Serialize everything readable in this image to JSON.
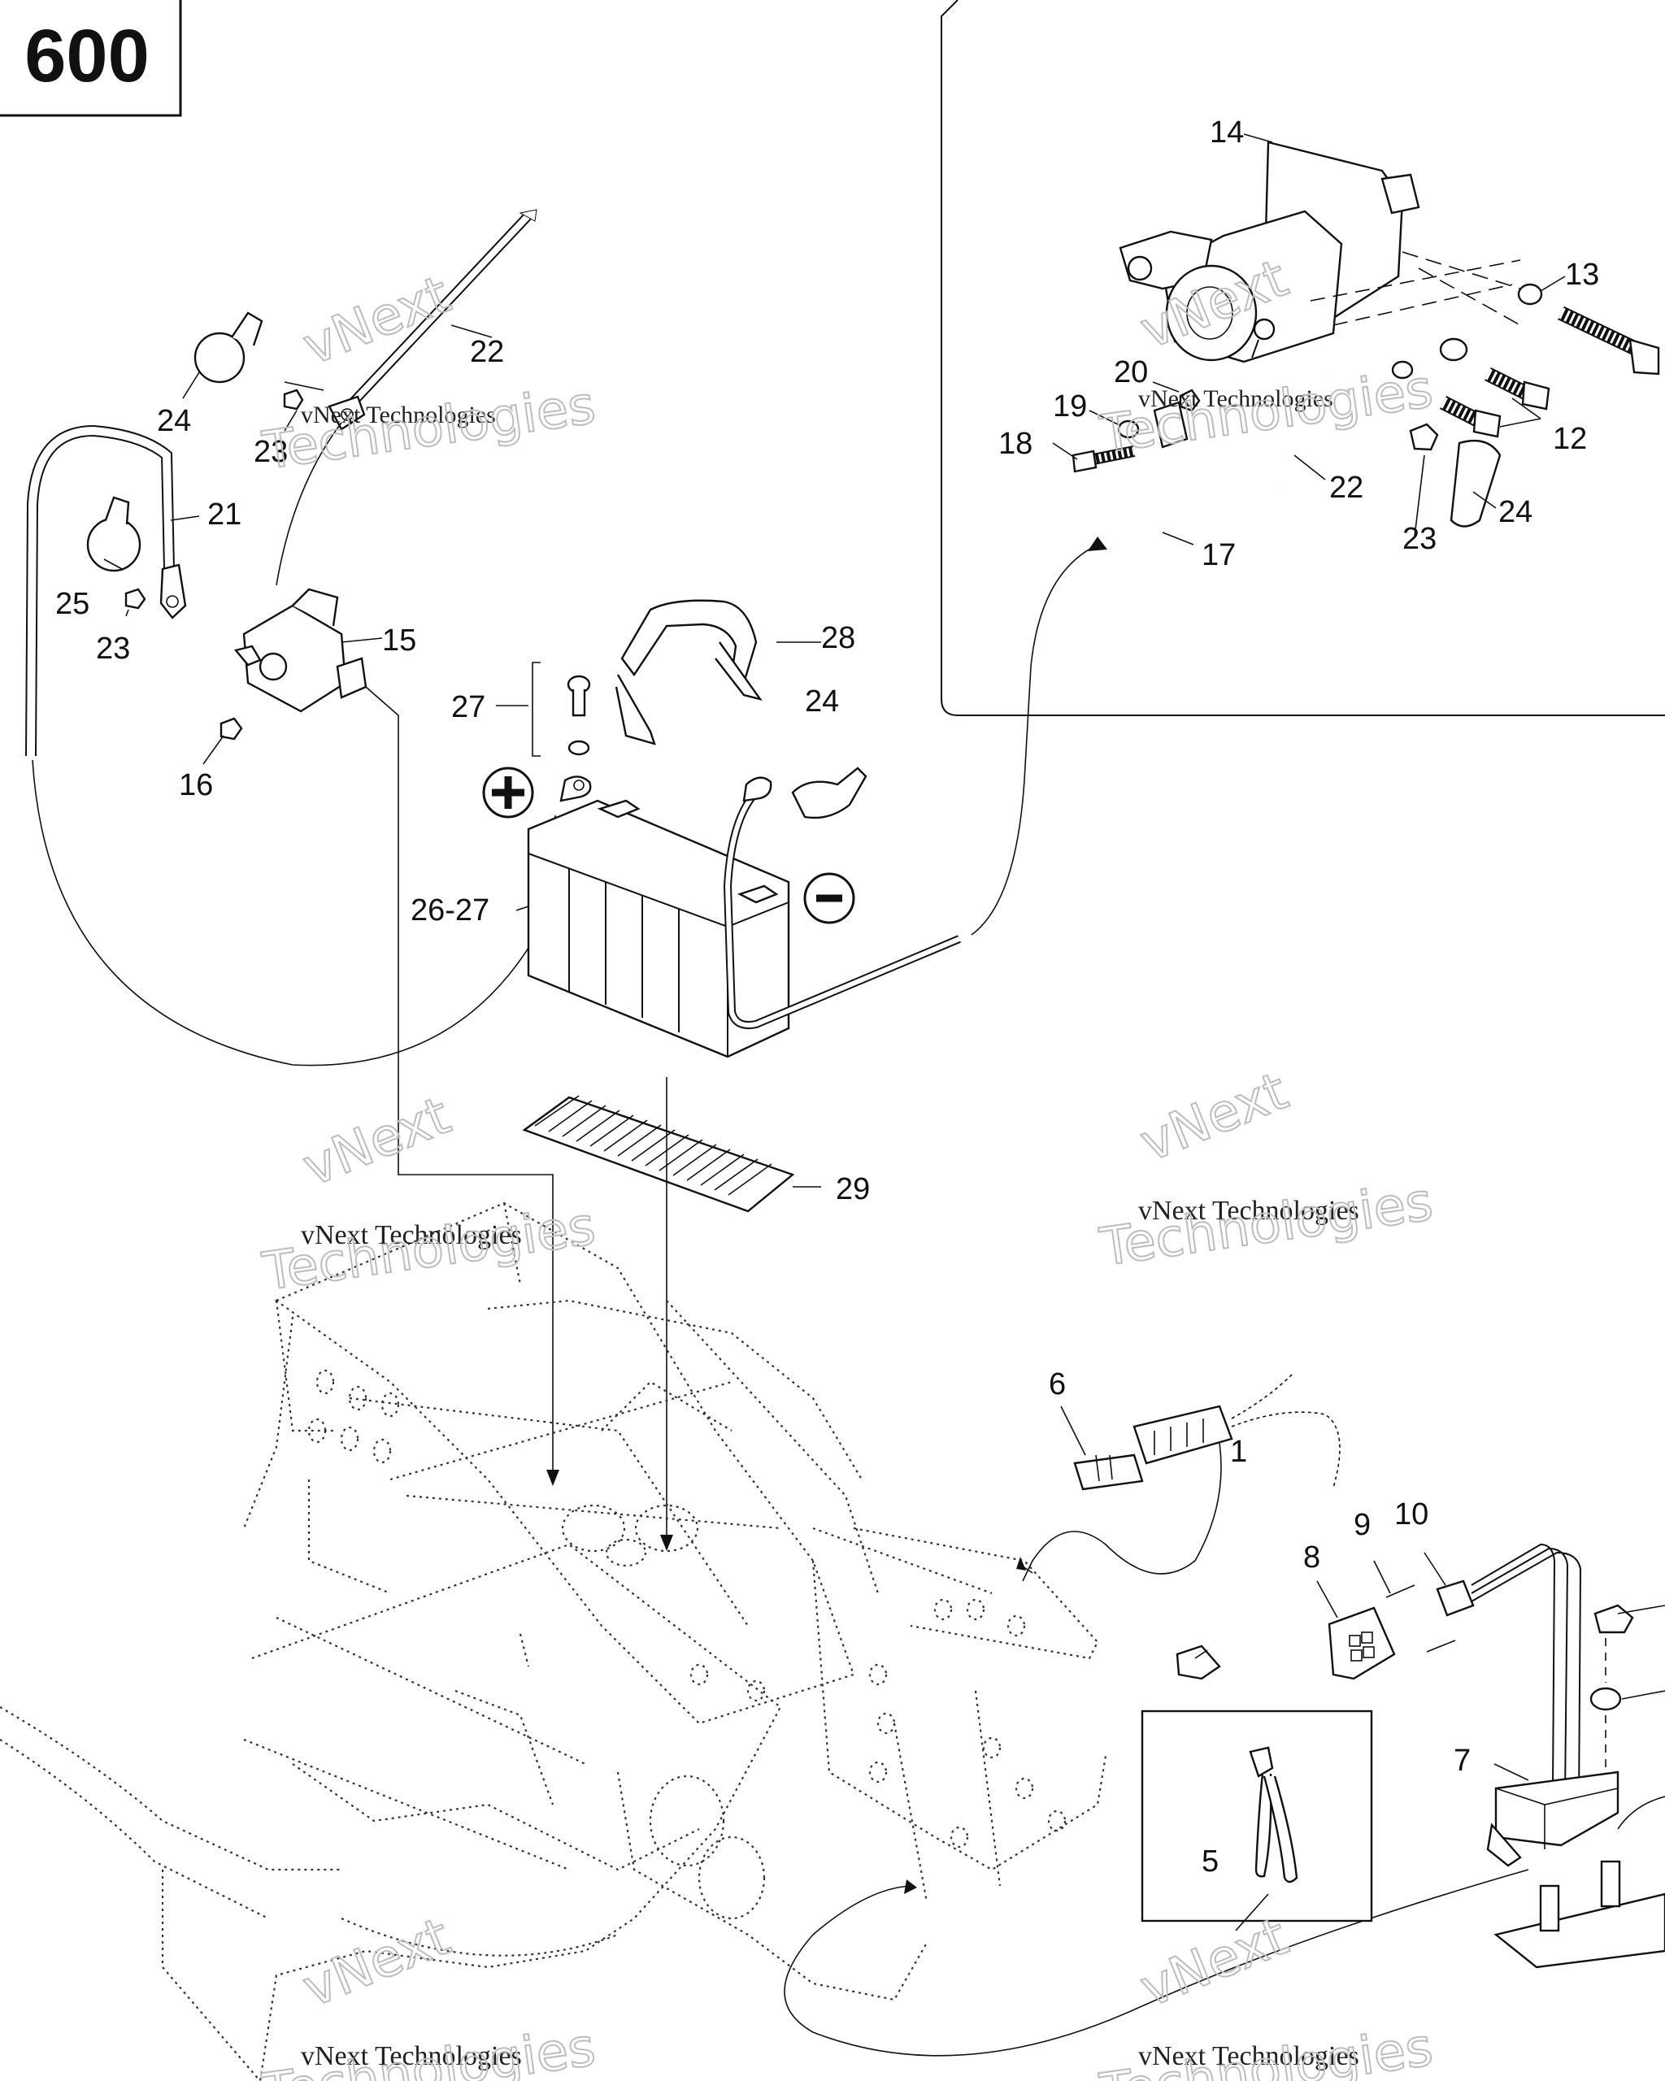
{
  "page_number": "600",
  "callouts": [
    {
      "id": "c1",
      "text": "1"
    },
    {
      "id": "c5",
      "text": "5"
    },
    {
      "id": "c6",
      "text": "6"
    },
    {
      "id": "c7",
      "text": "7"
    },
    {
      "id": "c8",
      "text": "8"
    },
    {
      "id": "c9",
      "text": "9"
    },
    {
      "id": "c10",
      "text": "10"
    },
    {
      "id": "c12",
      "text": "12"
    },
    {
      "id": "c13",
      "text": "13"
    },
    {
      "id": "c14",
      "text": "14"
    },
    {
      "id": "c15",
      "text": "15"
    },
    {
      "id": "c16",
      "text": "16"
    },
    {
      "id": "c17",
      "text": "17"
    },
    {
      "id": "c18",
      "text": "18"
    },
    {
      "id": "c19",
      "text": "19"
    },
    {
      "id": "c20",
      "text": "20"
    },
    {
      "id": "c21",
      "text": "21"
    },
    {
      "id": "c22a",
      "text": "22"
    },
    {
      "id": "c22b",
      "text": "22"
    },
    {
      "id": "c23a",
      "text": "23"
    },
    {
      "id": "c23b",
      "text": "23"
    },
    {
      "id": "c23c",
      "text": "23"
    },
    {
      "id": "c24a",
      "text": "24"
    },
    {
      "id": "c24b",
      "text": "24"
    },
    {
      "id": "c24c",
      "text": "24"
    },
    {
      "id": "c25",
      "text": "25"
    },
    {
      "id": "c26",
      "text": "26-27"
    },
    {
      "id": "c27",
      "text": "27"
    },
    {
      "id": "c28",
      "text": "28"
    },
    {
      "id": "c29",
      "text": "29"
    }
  ],
  "symbols": {
    "positive": "+",
    "negative": "−"
  },
  "watermark": {
    "line1": "vNext Technologies",
    "line2": "vNext",
    "line3": "Technologies"
  }
}
